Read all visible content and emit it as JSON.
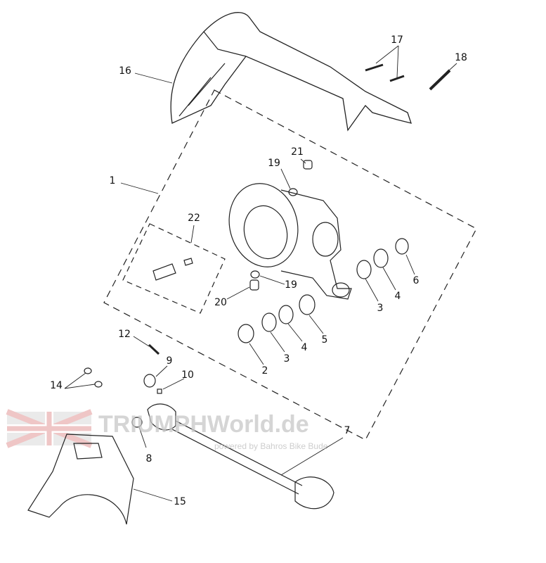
{
  "diagram": {
    "callouts": [
      "16",
      "17",
      "18",
      "1",
      "19",
      "21",
      "22",
      "19",
      "20",
      "6",
      "4",
      "3",
      "5",
      "4",
      "3",
      "2",
      "12",
      "9",
      "10",
      "14",
      "8",
      "7",
      "15"
    ],
    "watermark": {
      "brand": "TRIUMPHWorld.de",
      "tagline": "powered by Bahros Bike Bude"
    }
  }
}
